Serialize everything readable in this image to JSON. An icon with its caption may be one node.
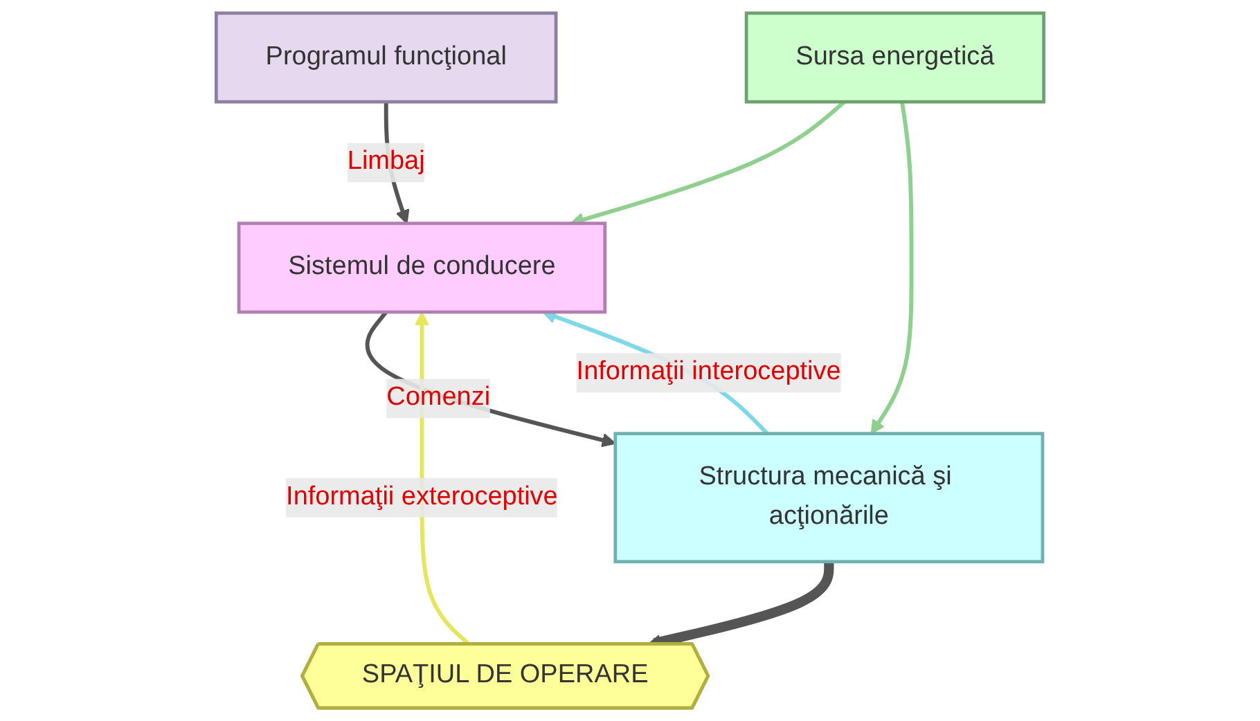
{
  "diagram": {
    "nodes": [
      {
        "text": [
          "Programul funcţional"
        ]
      },
      {
        "text": [
          "Sistemul de conducere"
        ]
      },
      {
        "text": [
          "Sursa energetică"
        ]
      },
      {
        "text": [
          "Structura mecanică şi acţionările"
        ]
      },
      {
        "text": [
          "SPAŢIUL DE OPERARE"
        ]
      }
    ],
    "edges": [
      {
        "from": 0,
        "to": 1,
        "arrow": "to",
        "label": "Limbaj"
      },
      {
        "from": 2,
        "to": 1,
        "arrow": "to",
        "color": "#8fcf8f"
      },
      {
        "from": 1,
        "to": 3,
        "arrow": "to",
        "label": "Comenzi"
      },
      {
        "from": 2,
        "to": 3,
        "arrow": "to",
        "color": "#8fcf8f"
      },
      {
        "from": 3,
        "to": 4,
        "arrow": "to",
        "style": "thick"
      },
      {
        "from": 3,
        "to": 1,
        "arrow": "to",
        "label": "Informaţii interoceptive",
        "color": "#7fd8e8"
      },
      {
        "from": 4,
        "to": 1,
        "arrow": "to",
        "label": "Informaţii exteroceptive",
        "color": "#e6e65c"
      }
    ]
  }
}
